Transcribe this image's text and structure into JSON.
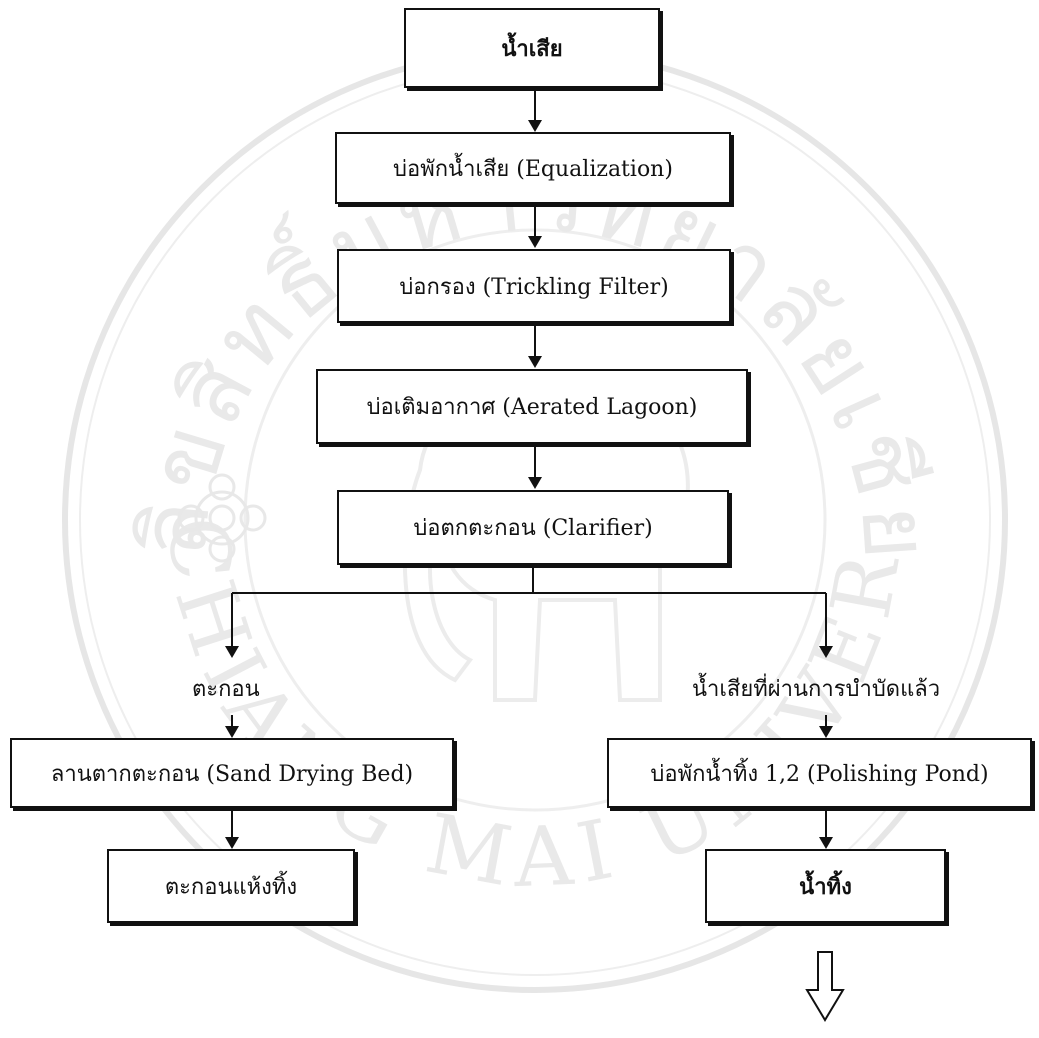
{
  "watermark": {
    "top_text": "ลิขสิทธิ์มหาวิทยาลัยเชียงใหม่",
    "bottom_text": "CHIANG MAI UNIVERSITY"
  },
  "flow": {
    "raw": "น้ำเสีย",
    "equalization": "บ่อพักน้ำเสีย (Equalization)",
    "trickling": "บ่อกรอง (Trickling Filter)",
    "aerated": "บ่อเติมอากาศ (Aerated Lagoon)",
    "clarifier": "บ่อตกตะกอน (Clarifier)",
    "sludge": "ตะกอน",
    "treated": "น้ำเสียที่ผ่านการบำบัดแล้ว",
    "drying_bed": "ลานตากตะกอน (Sand Drying Bed)",
    "polishing": "บ่อพักน้ำทิ้ง 1,2 (Polishing Pond)",
    "dry_sludge": "ตะกอนแห้งทิ้ง",
    "effluent": "น้ำทิ้ง"
  }
}
